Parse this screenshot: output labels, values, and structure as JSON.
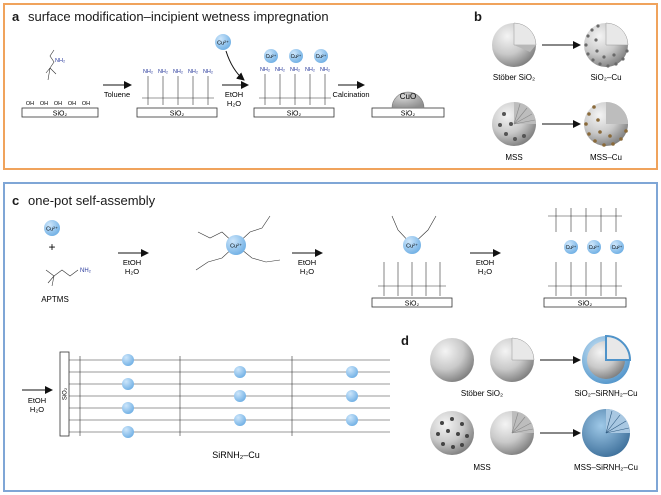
{
  "panel_a": {
    "label": "a",
    "title": "surface modification–incipient wetness impregnation",
    "aptms_nh2": "NH₂",
    "toluene": "Toluene",
    "cu_ion": "Cu²⁺",
    "etoh": "EtOH",
    "h2o": "H₂O",
    "calcination": "Calcination",
    "cuo": "CuO",
    "sio2": "SiO₂",
    "oh": "OH",
    "nh2": "NH₂"
  },
  "panel_b": {
    "label": "b",
    "stober": "Stöber SiO₂",
    "sio2_cu": "SiO₂–Cu",
    "mss": "MSS",
    "mss_cu": "MSS–Cu"
  },
  "panel_c": {
    "label": "c",
    "title": "one-pot self-assembly",
    "cu_ion": "Cu²⁺",
    "plus": "+",
    "aptms": "APTMS",
    "etoh": "EtOH",
    "h2o": "H₂O",
    "sio2": "SiO₂",
    "product": "SiRNH₂–Cu"
  },
  "panel_d": {
    "label": "d",
    "stober": "Stöber SiO₂",
    "sio2_sirnh2_cu": "SiO₂–SiRNH₂–Cu",
    "mss": "MSS",
    "mss_sirnh2_cu": "MSS–SiRNH₂–Cu"
  },
  "colors": {
    "panel_ab_border": "#f0a35c",
    "panel_cd_border": "#7fa6d6",
    "cu_blue": "#8fc3ec",
    "amine_blue": "#2a3b9c",
    "cuo_grey": "#a8a8a8"
  }
}
